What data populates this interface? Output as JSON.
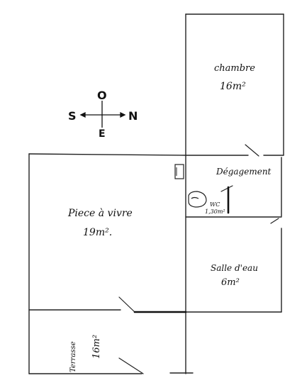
{
  "compass": {
    "north": "N",
    "south": "S",
    "east": "E",
    "west": "O"
  },
  "rooms": {
    "chambre": {
      "name": "chambre",
      "area": "16m²"
    },
    "piece": {
      "name": "Piece à vivre",
      "area": "19m²."
    },
    "degagement": {
      "name": "Dégagement"
    },
    "wc": {
      "name": "WC",
      "area": "1,30m²"
    },
    "salle": {
      "name": "Salle d'eau",
      "area": "6m²"
    },
    "terrasse": {
      "name": "Terrasse",
      "area": "16m²"
    }
  }
}
